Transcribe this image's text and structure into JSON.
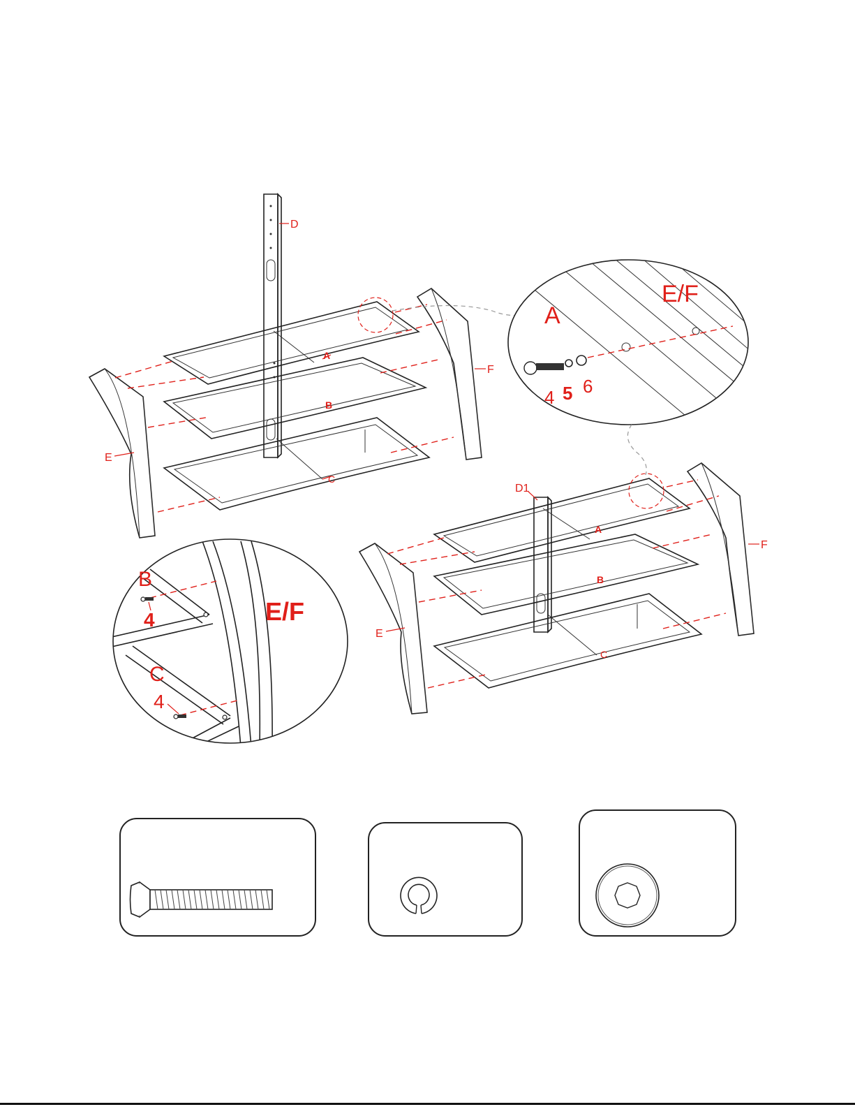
{
  "colors": {
    "accent": "#e0201a",
    "line": "#222222"
  },
  "labels": {
    "top": {
      "D": "D",
      "A": "A",
      "B": "B",
      "C": "C",
      "E": "E",
      "F": "F"
    },
    "bottom": {
      "D1": "D1",
      "A": "A",
      "B": "B",
      "C": "C",
      "E": "E",
      "F": "F"
    },
    "zoom_top": {
      "part": "A",
      "side": "E/F",
      "bolt": "4",
      "lock_washer": "5",
      "flat_washer": "6"
    },
    "zoom_left": {
      "shelf_b": "B",
      "shelf_c": "C",
      "side": "E/F",
      "bolt_b": "4",
      "bolt_c": "4"
    }
  },
  "hardware": [
    {
      "icon": "bolt-icon"
    },
    {
      "icon": "lock-washer-icon"
    },
    {
      "icon": "flat-washer-icon"
    }
  ]
}
